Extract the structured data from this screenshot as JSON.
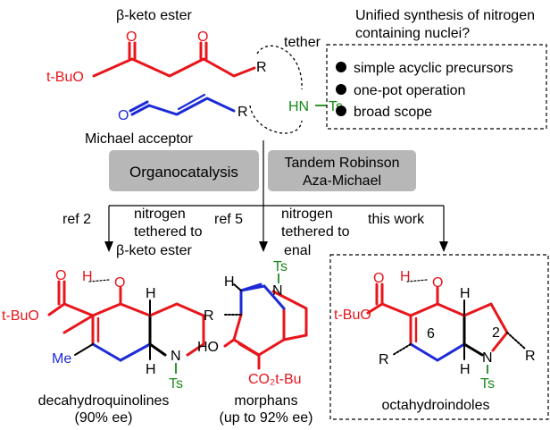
{
  "reactants": {
    "keto_ester_title": "β-keto ester",
    "tether_label": "tether",
    "michael_title": "Michael acceptor",
    "atoms": {
      "o1": "O",
      "o2": "O",
      "tbuo": "t-BuO",
      "r1": "R",
      "o3": "O",
      "r2": "R",
      "hn": "HN",
      "ts": "Ts"
    }
  },
  "question": {
    "line1": "Unified synthesis of nitrogen",
    "line2": "containing nuclei?"
  },
  "features": {
    "items": [
      "simple acyclic precursors",
      "one-pot operation",
      "broad scope"
    ]
  },
  "methods": {
    "left": "Organocatalysis",
    "right_line1": "Tandem Robinson",
    "right_line2": "Aza-Michael"
  },
  "branches": {
    "ref2": "ref 2",
    "ref5": "ref 5",
    "this_work": "this work",
    "note1": [
      "nitrogen",
      "tethered to",
      "β-keto ester"
    ],
    "note2": [
      "nitrogen",
      "tethered to",
      "enal"
    ]
  },
  "products": {
    "p1": {
      "atoms": {
        "o_top": "O",
        "h_oh": "H",
        "o_oh": "O",
        "tbuo": "t-BuO",
        "h_top": "H",
        "me": "Me",
        "n": "N",
        "h_bot": "H",
        "ts": "Ts"
      },
      "name": "decahydroquinolines",
      "ee": "(90% ee)"
    },
    "p2": {
      "atoms": {
        "ts": "Ts",
        "h": "H",
        "n": "N",
        "r": "R",
        "ho": "HO",
        "co2tbu": "CO₂t-Bu"
      },
      "name": "morphans",
      "ee": "(up to 92% ee)"
    },
    "p3": {
      "atoms": {
        "o_top": "O",
        "h_oh": "H",
        "o_oh": "O",
        "tbuo": "t-BuO",
        "h_top": "H",
        "six": "6",
        "two": "2",
        "r_left": "R",
        "r_right": "R",
        "n": "N",
        "h_bot": "H",
        "ts": "Ts"
      },
      "name": "octahydroindoles"
    }
  },
  "colors": {
    "red": "#e8151b",
    "blue": "#1d2bd6",
    "green": "#1a8a1a",
    "box_gray": "#b7b7b7"
  }
}
